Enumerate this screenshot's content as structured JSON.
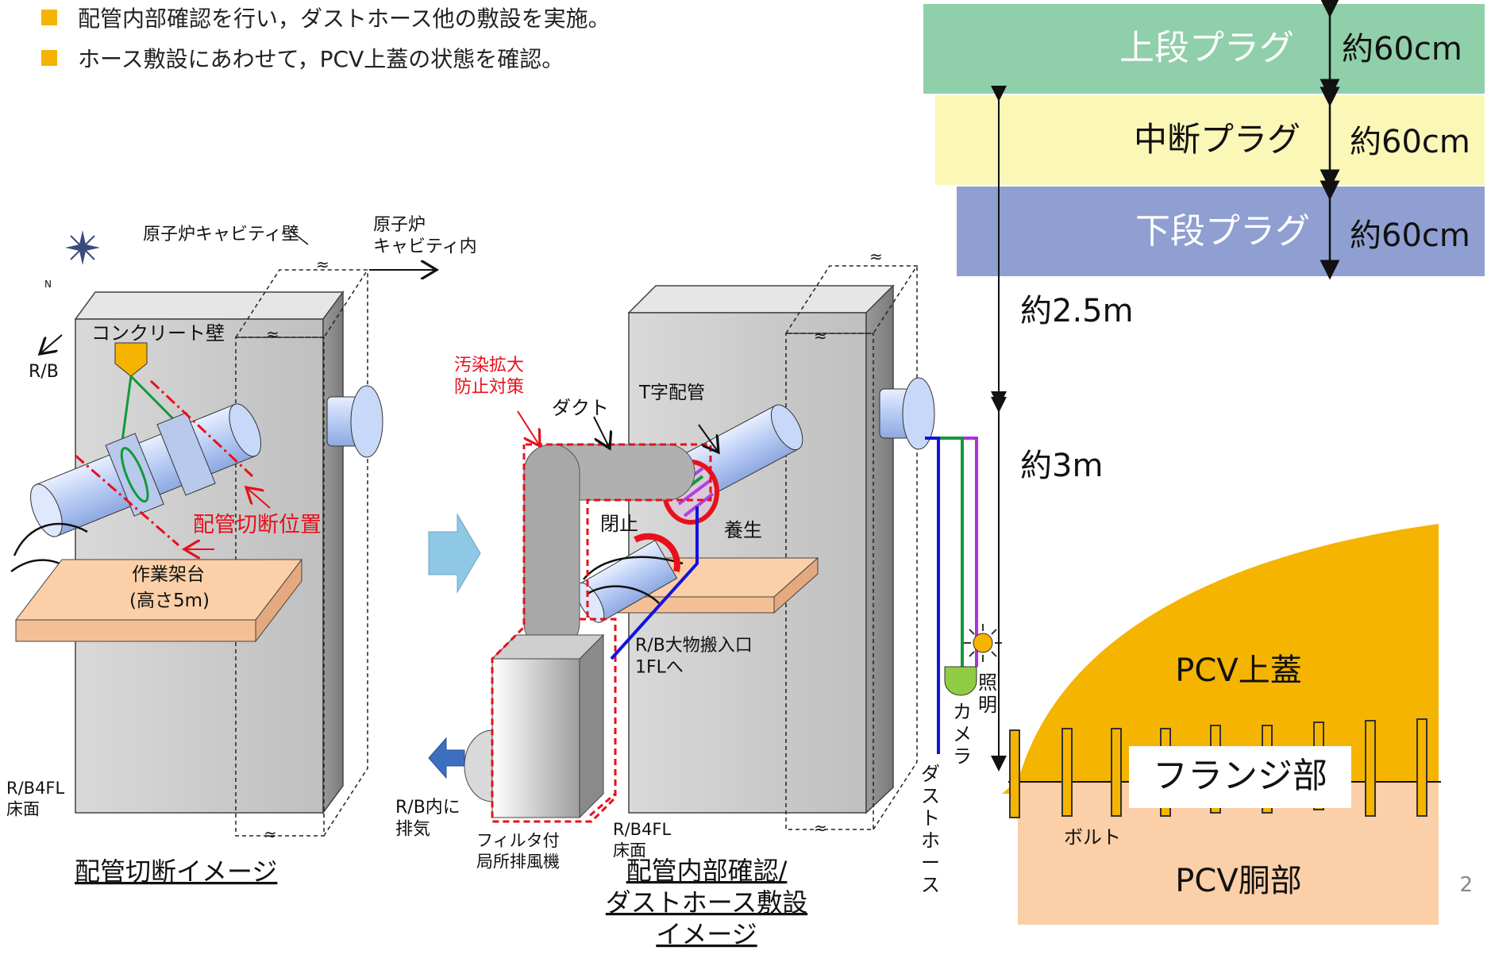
{
  "bullets": [
    "配管内部確認を行い，ダストホース他の敷設を実施。",
    "ホース敷設にあわせて，PCV上蓋の状態を確認。"
  ],
  "colors": {
    "upper_plug": "#8fcfaa",
    "middle_plug": "#fbf7b7",
    "lower_plug": "#8f9fd1",
    "pcv_top": "#f5b400",
    "pcv_body": "#fbcfa7",
    "contamination_line": "#e8101b"
  },
  "left_diagram": {
    "reactor_wall": "原子炉キャビティ壁",
    "reactor_inside": "原子炉\nキャビティ内",
    "concrete_wall": "コンクリート壁",
    "rb": "R/B",
    "cut_position": "配管切断位置",
    "platform": "作業架台",
    "platform_height": "(高さ5m)",
    "floor": "R/B4FL\n床面",
    "caption": "配管切断イメージ"
  },
  "middle_diagram": {
    "contamination": "汚染拡大\n防止対策",
    "duct": "ダクト",
    "t_pipe": "T字配管",
    "closure": "閉止",
    "curing": "養生",
    "carry_in": "R/B大物搬入口\n1FLへ",
    "exhaust": "R/B内に\n排気",
    "fan": "フィルタ付\n局所排風機",
    "floor": "R/B4FL\n床面",
    "caption": "配管内部確認/\nダストホース敷設\nイメージ"
  },
  "right_diagram": {
    "upper_plug": "上段プラグ",
    "middle_plug": "中断プラグ",
    "lower_plug": "下段プラグ",
    "thickness_1": "約60cm",
    "thickness_2": "約60cm",
    "thickness_3": "約60cm",
    "dist_1": "約2.5m",
    "dist_2": "約3m",
    "pcv_top": "PCV上蓋",
    "flange": "フランジ部",
    "bolt": "ボルト",
    "pcv_body": "PCV胴部",
    "light": "照明",
    "camera": "カメラ",
    "dust_hose": "ダストホース"
  },
  "page_number": "2"
}
